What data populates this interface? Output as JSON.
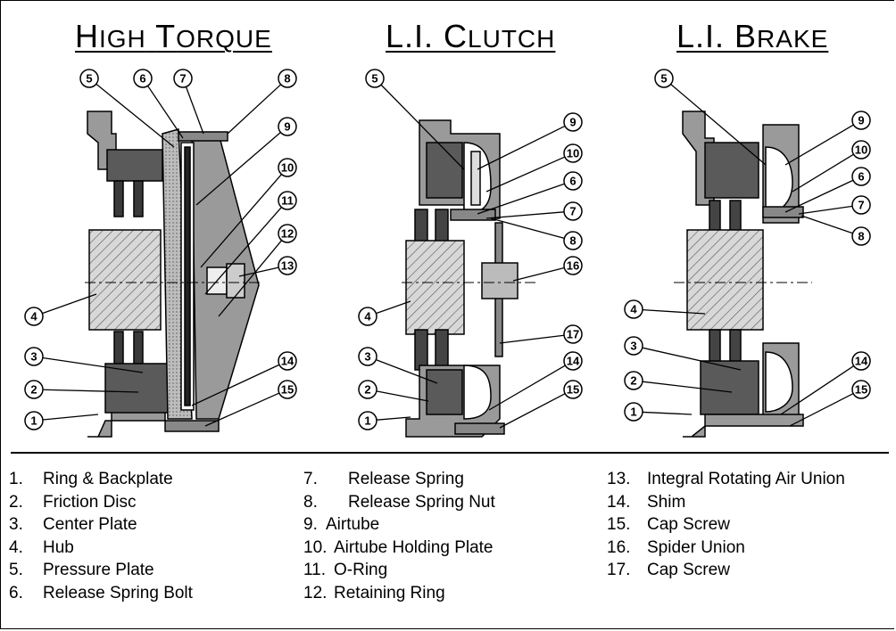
{
  "titles": {
    "high_torque": {
      "first": "H",
      "first_rest": "IGH",
      "second": "T",
      "second_rest": "ORQUE"
    },
    "li_clutch": {
      "prefix": "L.I. ",
      "first": "C",
      "first_rest": "LUTCH"
    },
    "li_brake": {
      "prefix": "L.I. ",
      "first": "B",
      "first_rest": "RAKE"
    }
  },
  "callouts": {
    "high_torque": [
      "5",
      "6",
      "7",
      "8",
      "9",
      "10",
      "11",
      "12",
      "13",
      "4",
      "3",
      "2",
      "1",
      "14",
      "15"
    ],
    "li_clutch": [
      "5",
      "9",
      "10",
      "6",
      "7",
      "8",
      "16",
      "4",
      "17",
      "3",
      "14",
      "2",
      "15",
      "1"
    ],
    "li_brake": [
      "5",
      "9",
      "10",
      "6",
      "7",
      "8",
      "4",
      "3",
      "14",
      "2",
      "15",
      "1"
    ]
  },
  "legend": {
    "col1": [
      {
        "num": "1.",
        "label": "Ring & Backplate"
      },
      {
        "num": "2.",
        "label": "Friction Disc"
      },
      {
        "num": "3.",
        "label": "Center Plate"
      },
      {
        "num": "4.",
        "label": "Hub"
      },
      {
        "num": "5.",
        "label": "Pressure Plate"
      },
      {
        "num": "6.",
        "label": "Release Spring Bolt"
      }
    ],
    "col2": [
      {
        "num": "7.",
        "label": "Release Spring"
      },
      {
        "num": "8.",
        "label": "Release Spring Nut"
      },
      {
        "num": "9.",
        "label": "Airtube"
      },
      {
        "num": "10.",
        "label": "Airtube Holding Plate"
      },
      {
        "num": "11.",
        "label": "O-Ring"
      },
      {
        "num": "12.",
        "label": "Retaining Ring"
      }
    ],
    "col3": [
      {
        "num": "13.",
        "label": "Integral Rotating Air Union"
      },
      {
        "num": "14.",
        "label": "Shim"
      },
      {
        "num": "15.",
        "label": "Cap Screw"
      },
      {
        "num": "16.",
        "label": "Spider Union"
      },
      {
        "num": "17.",
        "label": "Cap Screw"
      }
    ]
  }
}
